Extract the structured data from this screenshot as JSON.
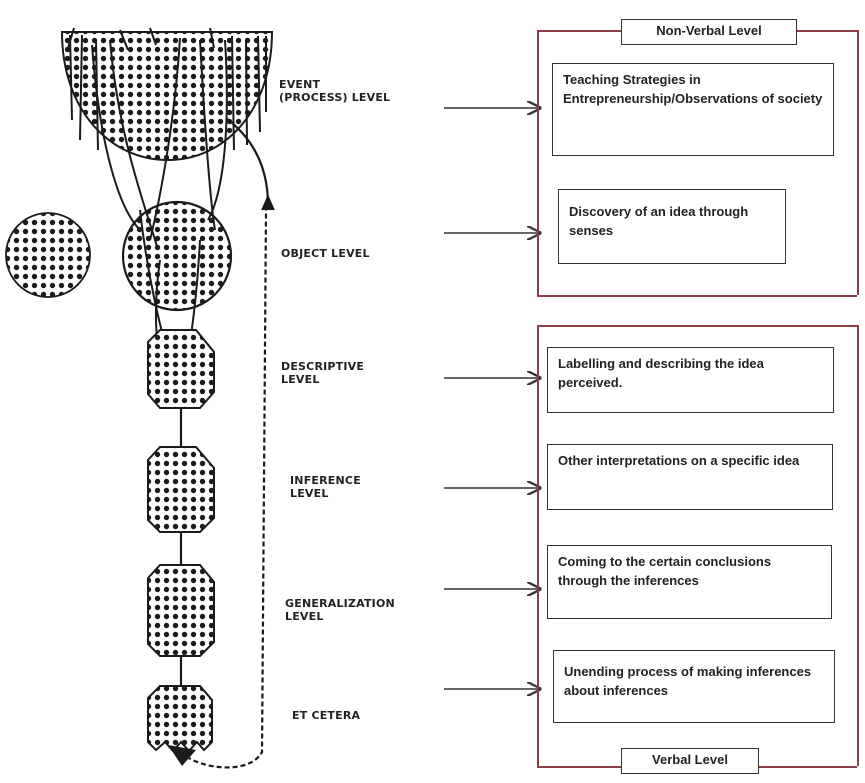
{
  "levels": {
    "event": "EVENT\n(PROCESS) LEVEL",
    "object": "OBJECT LEVEL",
    "descriptive": "DESCRIPTIVE\nLEVEL",
    "inference": "INFERENCE\nLEVEL",
    "generalization": "GENERALIZATION\nLEVEL",
    "et_cetera": "ET CETERA"
  },
  "groups": {
    "non_verbal": "Non-Verbal Level",
    "verbal": "Verbal Level"
  },
  "boxes": {
    "teaching": "Teaching Strategies in Entrepreneurship/Observations of society",
    "discovery": "Discovery of an idea through senses",
    "labelling": "Labelling and describing the idea perceived.",
    "interpretations": "Other interpretations on a specific idea",
    "conclusions": "Coming to the certain conclusions through the inferences",
    "unending": "Unending process of making inferences about inferences"
  },
  "colors": {
    "frame": "#8b3f46",
    "ink": "#222222"
  }
}
